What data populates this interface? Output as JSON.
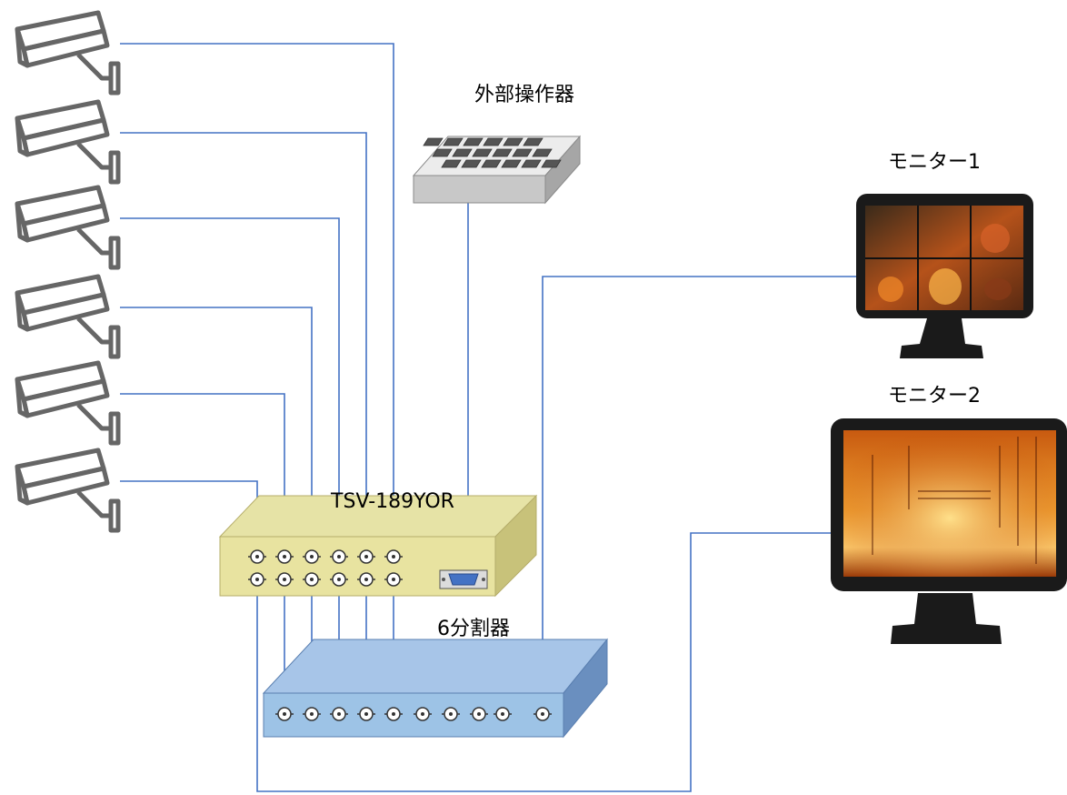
{
  "labels": {
    "controller": "外部操作器",
    "switcher": "TSV-189YOR",
    "divider": "6分割器",
    "monitor1": "モニター1",
    "monitor2": "モニター2"
  },
  "colors": {
    "wire": "#4472c4",
    "switcher_front": "#e8e3a0",
    "switcher_top": "#e6e3a6",
    "switcher_side": "#c8c27a",
    "divider_front": "#9dc3e6",
    "divider_top": "#a7c5e8",
    "divider_side": "#6a8fbf",
    "controller": "#c9c9c9",
    "monitor": "#1a1a1a"
  },
  "icons": [
    "security-camera-icon",
    "keypad-icon",
    "bnc-connector-icon",
    "db-connector-icon",
    "monitor-icon"
  ]
}
